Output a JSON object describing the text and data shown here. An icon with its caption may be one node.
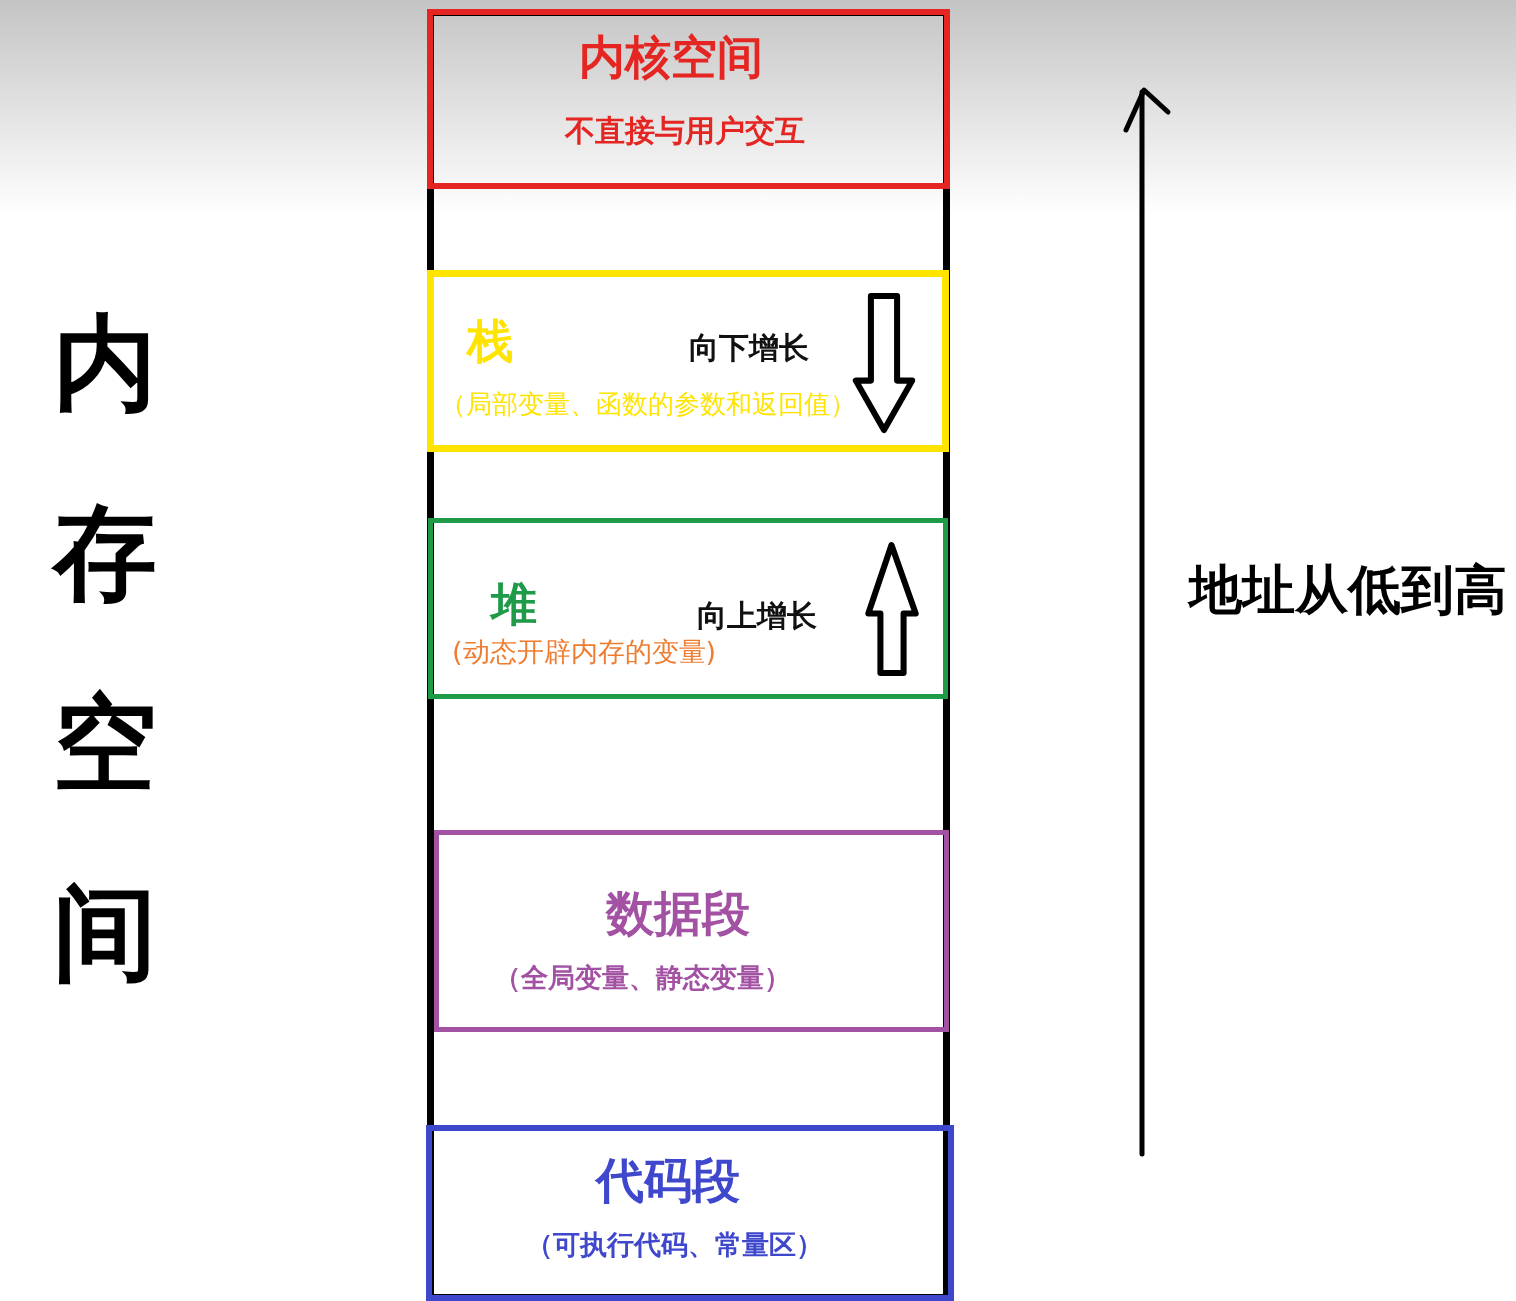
{
  "diagram": {
    "title": "内存空间",
    "nodes": [
      {
        "text": [],
        "shape": "box"
      },
      {
        "text": [
          "内核空间",
          "不直接与用户交互"
        ],
        "in": 0
      },
      {
        "text": [
          "栈",
          "向下增长",
          "（局部变量、函数的参数和返回值）"
        ],
        "in": 0
      },
      {
        "text": [
          "堆",
          "向上增长",
          "(动态开辟内存的变量)"
        ],
        "in": 0
      },
      {
        "text": [
          "数据段",
          "（全局变量、静态变量）"
        ],
        "in": 0
      },
      {
        "text": [
          "代码段",
          "（可执行代码、常量区）"
        ],
        "in": 0
      }
    ],
    "labels": [
      "地址从低到高"
    ]
  }
}
